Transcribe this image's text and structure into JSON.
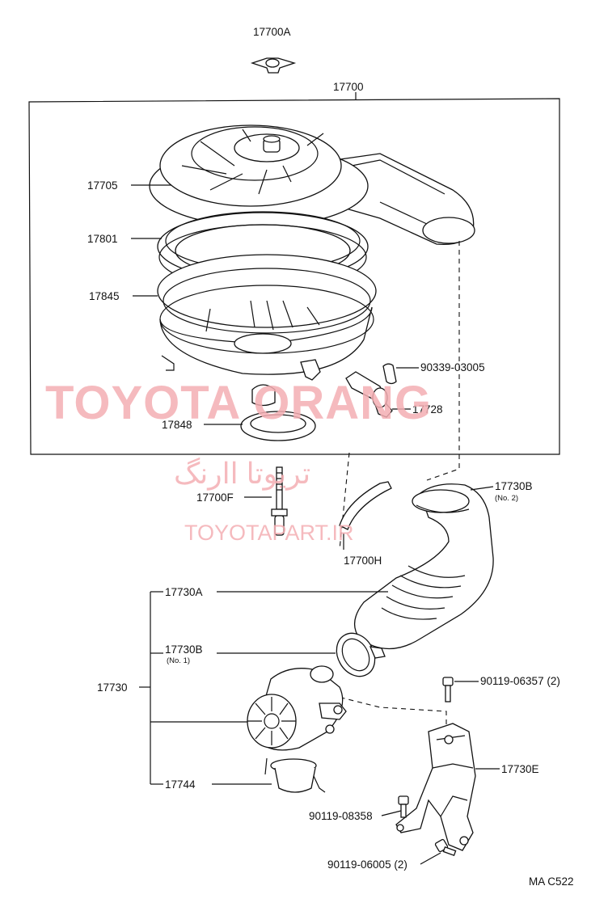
{
  "labels": {
    "p17700A": "17700A",
    "p17700": "17700",
    "p17705": "17705",
    "p17801": "17801",
    "p17845": "17845",
    "p90339": "90339-03005",
    "p17728": "17728",
    "p17848": "17848",
    "p17700F": "17700F",
    "p17700H": "17700H",
    "p17730B_top": "17730B",
    "p17730B_top_sub": "(No. 2)",
    "p17730A": "17730A",
    "p17730B_mid": "17730B",
    "p17730B_mid_sub": "(No. 1)",
    "p17730": "17730",
    "p90119_06357": "90119-06357 (2)",
    "p17730E": "17730E",
    "p17744": "17744",
    "p90119_08358": "90119-08358",
    "p90119_06005": "90119-06005 (2)",
    "code": "MA  C522"
  },
  "watermark": {
    "brand": "TOYOTA ORANG",
    "persian": "تریوتا اارنگ",
    "url": "TOYOTAPART.IR",
    "color": "#f4aeb3"
  }
}
